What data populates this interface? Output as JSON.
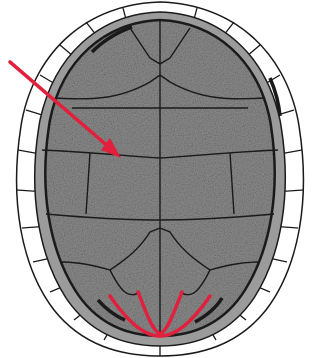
{
  "diagram": {
    "subject": "turtle-carapace-scute-diagram",
    "colors": {
      "background": "#ffffff",
      "outline": "#1a1a1a",
      "marginal_fill": "#ffffff",
      "inner_band": "#9b9b9b",
      "scute_fill": "#8f8f8f",
      "highlight": "#e0203c",
      "arrow": "#e0203c"
    },
    "annotations": {
      "arrow_target": "seam-between-costal-scutes-left",
      "highlighted_seam": "posterior-seam-vertebral-marginal"
    }
  }
}
